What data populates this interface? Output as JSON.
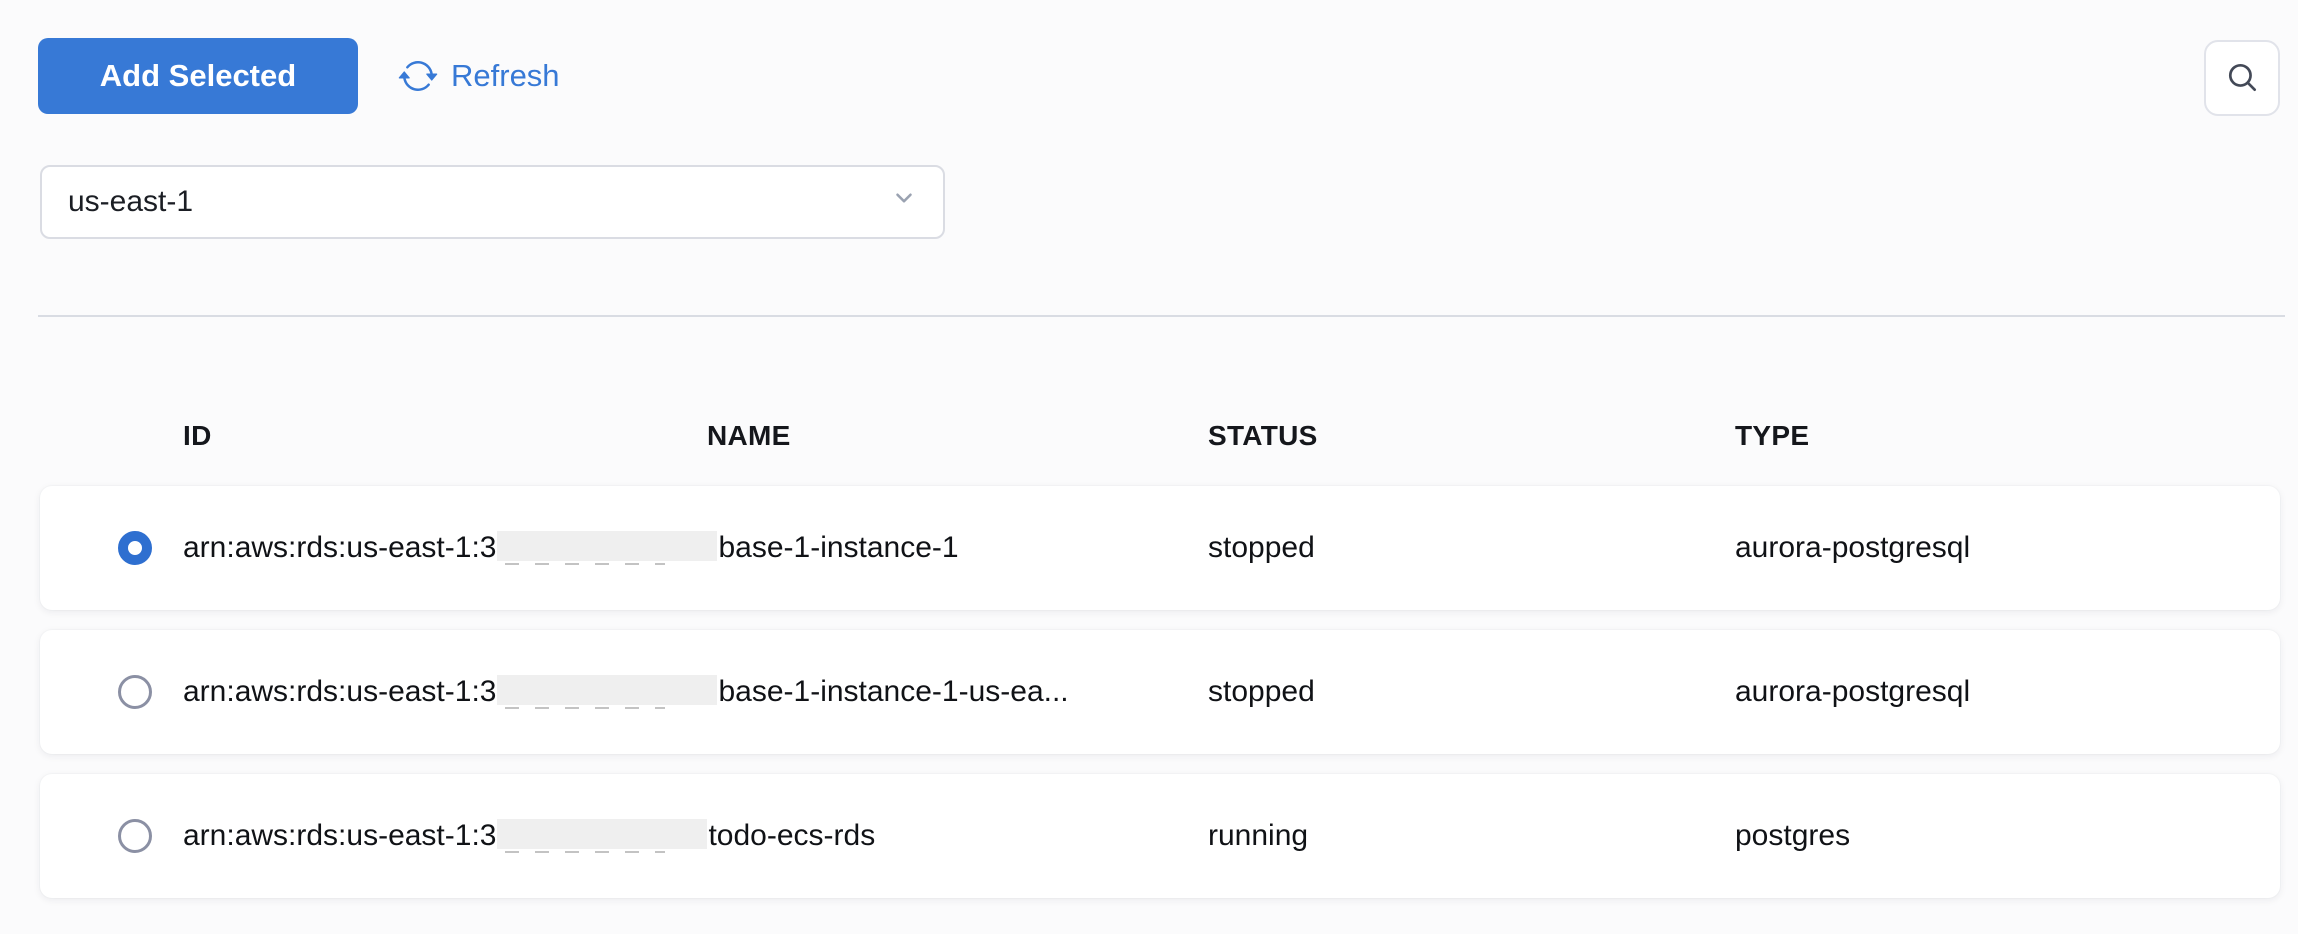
{
  "colors": {
    "accent_blue": "#3779d6",
    "radio_selected_blue": "#2e6fd0",
    "divider_gray": "#d9dce3",
    "redaction_gray": "#efefef"
  },
  "toolbar": {
    "add_selected_label": "Add Selected",
    "refresh_label": "Refresh"
  },
  "region_select": {
    "value": "us-east-1"
  },
  "table": {
    "columns": [
      "ID",
      "NAME",
      "STATUS",
      "TYPE"
    ],
    "rows": [
      {
        "selected": true,
        "arn_prefix": "arn:aws:rds:us-east-1:3",
        "redacted": true,
        "name_suffix": "base-1-instance-1",
        "status": "stopped",
        "type": "aurora-postgresql"
      },
      {
        "selected": false,
        "arn_prefix": "arn:aws:rds:us-east-1:3",
        "redacted": true,
        "name_suffix": "base-1-instance-1-us-ea...",
        "status": "stopped",
        "type": "aurora-postgresql"
      },
      {
        "selected": false,
        "arn_prefix": "arn:aws:rds:us-east-1:3",
        "redacted": true,
        "name_suffix": "todo-ecs-rds",
        "status": "running",
        "type": "postgres"
      }
    ]
  }
}
